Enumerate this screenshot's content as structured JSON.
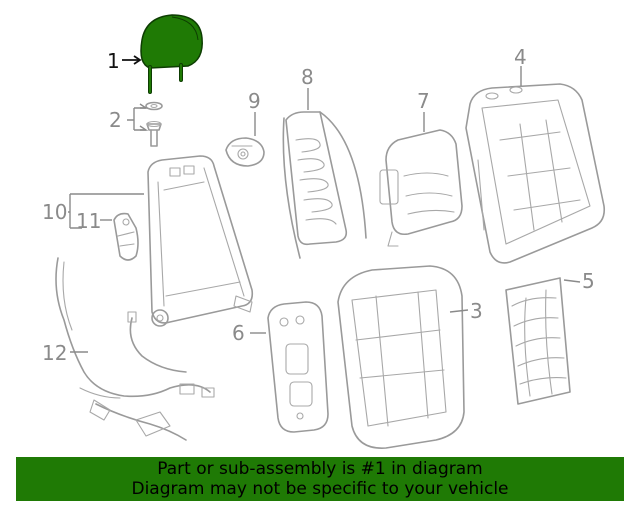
{
  "diagram": {
    "callouts": [
      {
        "id": "1",
        "label": "1"
      },
      {
        "id": "2",
        "label": "2"
      },
      {
        "id": "3",
        "label": "3"
      },
      {
        "id": "4",
        "label": "4"
      },
      {
        "id": "5",
        "label": "5"
      },
      {
        "id": "6",
        "label": "6"
      },
      {
        "id": "7",
        "label": "7"
      },
      {
        "id": "8",
        "label": "8"
      },
      {
        "id": "9",
        "label": "9"
      },
      {
        "id": "10",
        "label": "10"
      },
      {
        "id": "11",
        "label": "11"
      },
      {
        "id": "12",
        "label": "12"
      }
    ],
    "highlight_color": "#1f7a05",
    "part_line_color": "#9a9a9a"
  },
  "banner": {
    "line1": "Part or sub-assembly is #1 in diagram",
    "line2": "Diagram may not be specific to your vehicle",
    "background": "#1f7a05"
  }
}
